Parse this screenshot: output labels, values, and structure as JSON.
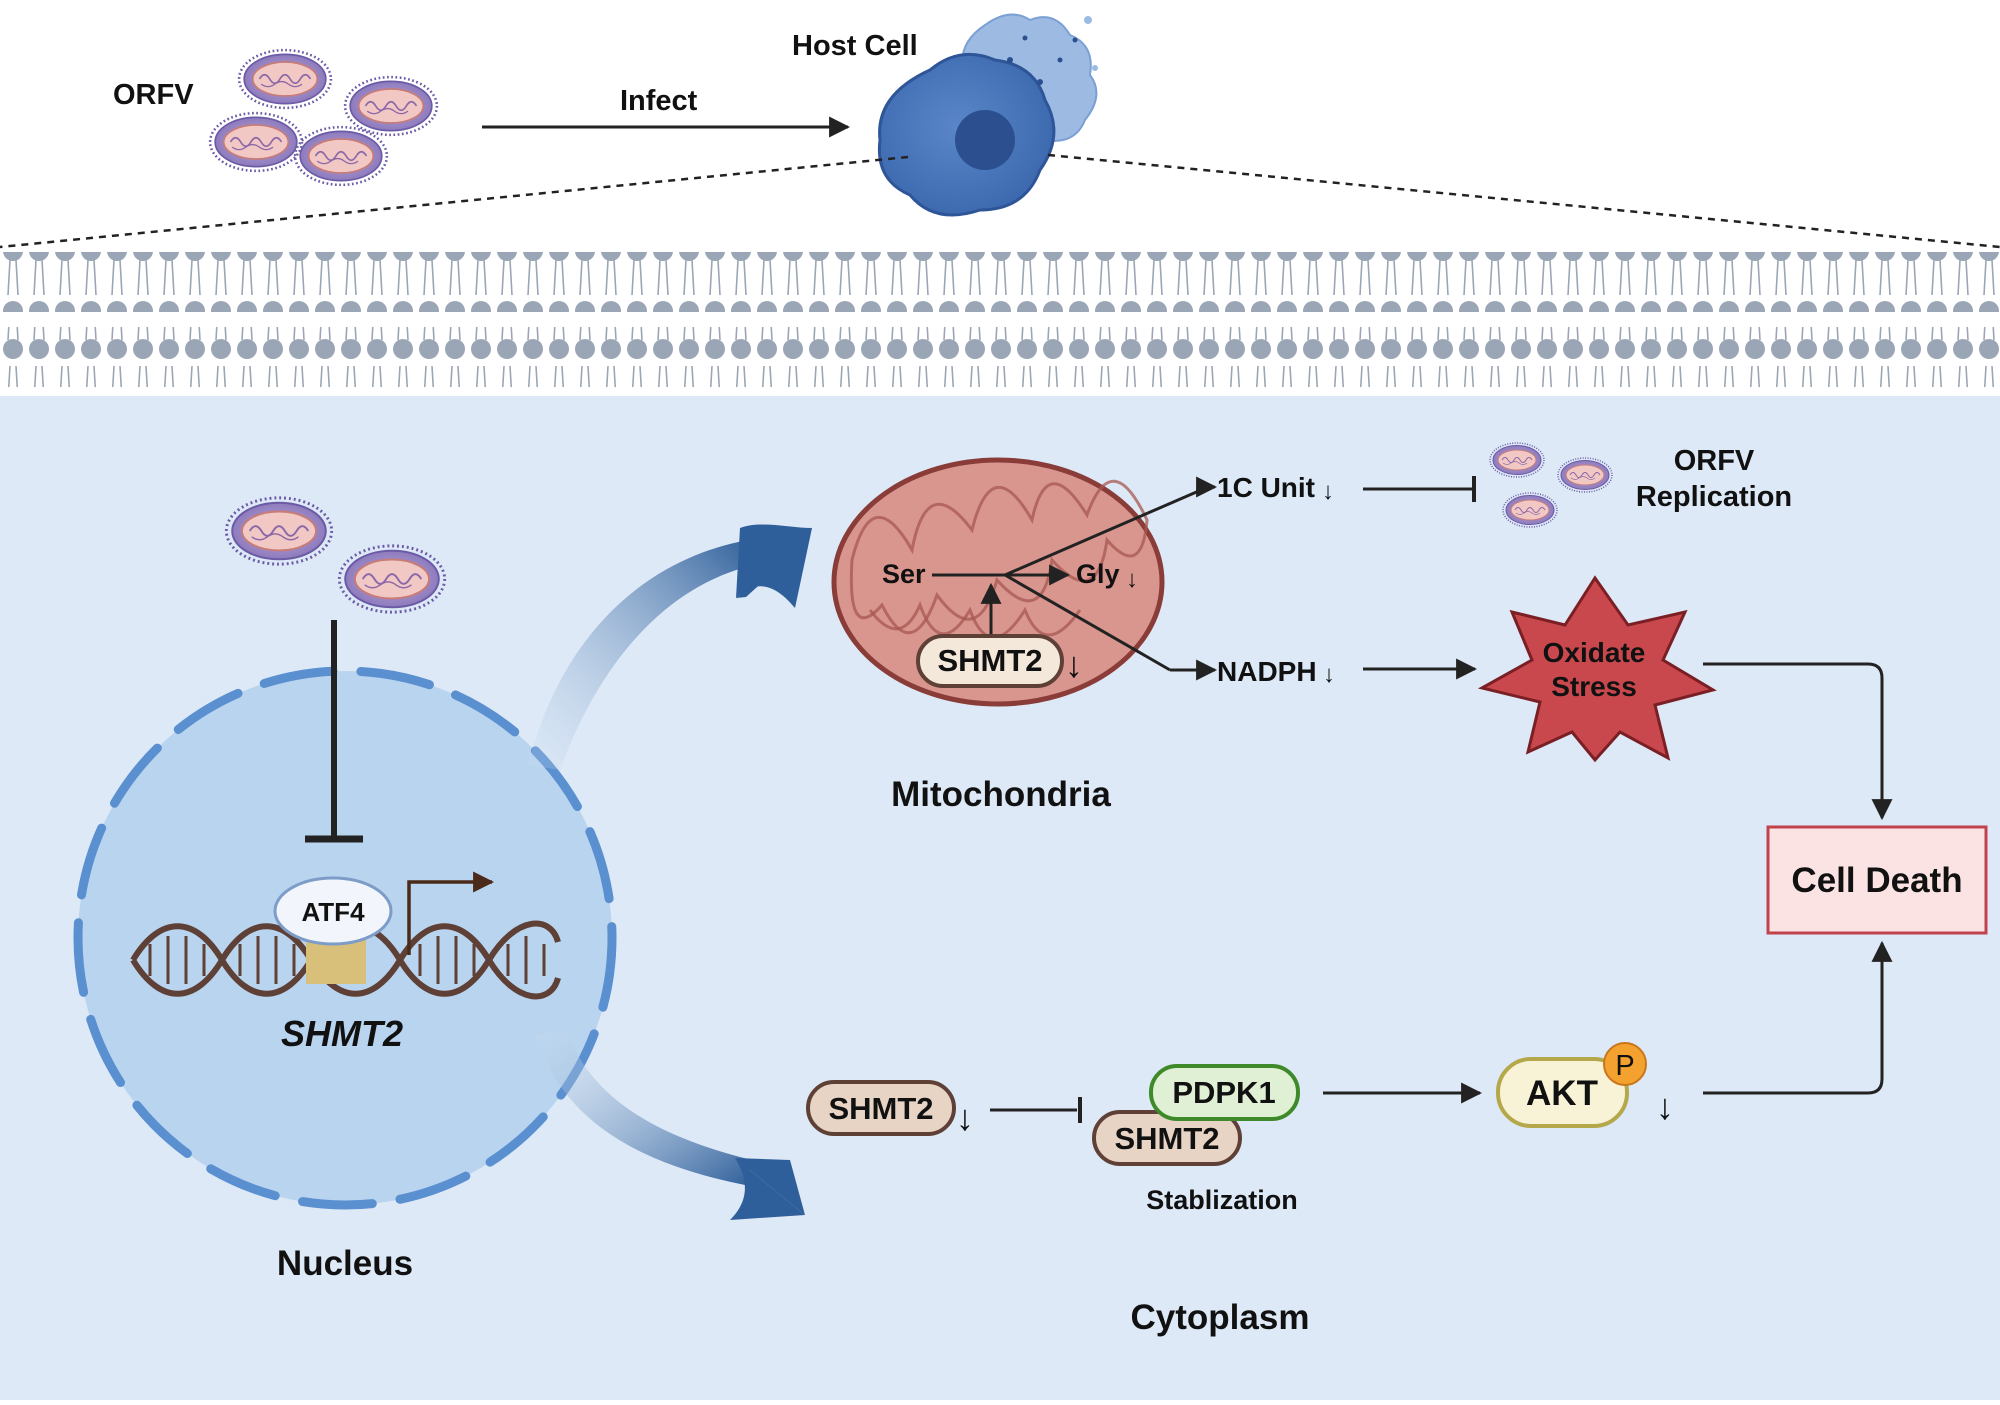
{
  "top": {
    "virus_label": "ORFV",
    "infect_label": "Infect",
    "host_label": "Host Cell"
  },
  "nucleus": {
    "label": "Nucleus",
    "tf_label": "ATF4",
    "gene_label": "SHMT2"
  },
  "mito": {
    "label": "Mitochondria",
    "ser": "Ser",
    "gly": "Gly",
    "enzyme": "SHMT2",
    "one_c": "1C Unit",
    "nadph": "NADPH",
    "down_arrow": "↓"
  },
  "replication": {
    "line1": "ORFV",
    "line2": "Replication"
  },
  "stress": {
    "line1": "Oxidate",
    "line2": "Stress"
  },
  "death": {
    "label": "Cell Death"
  },
  "cytoplasm": {
    "label": "Cytoplasm",
    "shmt2": "SHMT2",
    "pdpk1": "PDPK1",
    "shmt2_bound": "SHMT2",
    "stabilization": "Stablization",
    "akt": "AKT",
    "phospho": "P",
    "down_arrow": "↓"
  },
  "colors": {
    "cell_bg": "#dde9f7",
    "nucleus_fill": "#b9d4ee",
    "nucleus_rim": "#5a8fd0",
    "membrane_head": "#9aa6b6",
    "mito_fill": "#d9968e",
    "mito_rim": "#8a3d38",
    "stress_fill": "#c9484d",
    "death_fill": "#fbe3e4",
    "death_rim": "#c0424a",
    "pdpk1_fill": "#dff0d4",
    "pdpk1_rim": "#3e8a2a",
    "akt_fill": "#f8f3d6",
    "akt_rim": "#b5a84a",
    "phospho_fill": "#f4a22f",
    "curved_arrow": "#2f5f9a"
  }
}
